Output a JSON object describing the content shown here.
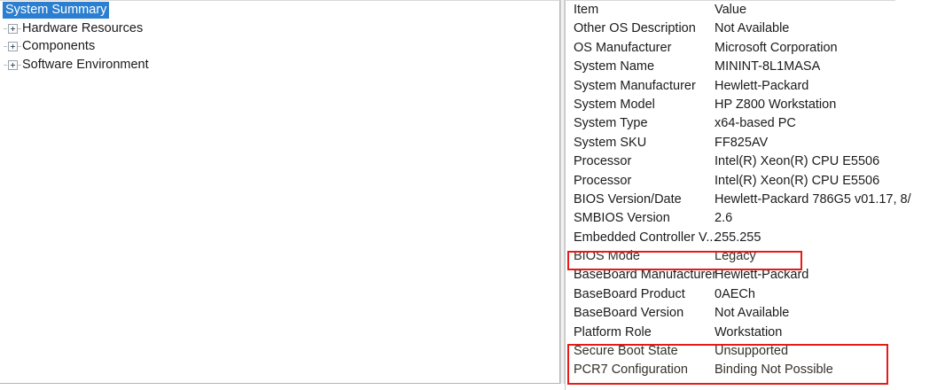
{
  "tree": {
    "selected_node": "System Summary",
    "items": [
      {
        "label": "System Summary",
        "selected": true,
        "has_expander": false
      },
      {
        "label": "Hardware Resources",
        "selected": false,
        "has_expander": true
      },
      {
        "label": "Components",
        "selected": false,
        "has_expander": true
      },
      {
        "label": "Software Environment",
        "selected": false,
        "has_expander": true
      }
    ]
  },
  "detail": {
    "columns": {
      "item": "Item",
      "value": "Value"
    },
    "rows": [
      {
        "item": "Other OS Description",
        "value": "Not Available",
        "flagged": false
      },
      {
        "item": "OS Manufacturer",
        "value": "Microsoft Corporation",
        "flagged": false
      },
      {
        "item": "System Name",
        "value": "MININT-8L1MASA",
        "flagged": false
      },
      {
        "item": "System Manufacturer",
        "value": "Hewlett-Packard",
        "flagged": false
      },
      {
        "item": "System Model",
        "value": "HP Z800 Workstation",
        "flagged": false
      },
      {
        "item": "System Type",
        "value": "x64-based PC",
        "flagged": false
      },
      {
        "item": "System SKU",
        "value": "FF825AV",
        "flagged": false
      },
      {
        "item": "Processor",
        "value": "Intel(R) Xeon(R) CPU           E5506",
        "flagged": false
      },
      {
        "item": "Processor",
        "value": "Intel(R) Xeon(R) CPU           E5506",
        "flagged": false
      },
      {
        "item": "BIOS Version/Date",
        "value": "Hewlett-Packard 786G5 v01.17, 8/",
        "flagged": false
      },
      {
        "item": "SMBIOS Version",
        "value": "2.6",
        "flagged": false
      },
      {
        "item": "Embedded Controller V...",
        "value": "255.255",
        "flagged": false
      },
      {
        "item": "BIOS Mode",
        "value": "Legacy",
        "flagged": true
      },
      {
        "item": "BaseBoard Manufacturer",
        "value": "Hewlett-Packard",
        "flagged": false
      },
      {
        "item": "BaseBoard Product",
        "value": "0AECh",
        "flagged": false
      },
      {
        "item": "BaseBoard Version",
        "value": "Not Available",
        "flagged": false
      },
      {
        "item": "Platform Role",
        "value": "Workstation",
        "flagged": false
      },
      {
        "item": "Secure Boot State",
        "value": "Unsupported",
        "flagged": true
      },
      {
        "item": "PCR7 Configuration",
        "value": "Binding Not Possible",
        "flagged": true
      }
    ]
  },
  "annotations": {
    "color": "#e51b17",
    "boxes": [
      {
        "name": "bios-mode-highlight",
        "targets": [
          "BIOS Mode"
        ]
      },
      {
        "name": "secure-boot-highlight",
        "targets": [
          "Secure Boot State",
          "PCR7 Configuration"
        ]
      }
    ]
  },
  "colors": {
    "selection_blue": "#2c7fd0",
    "annotation_red": "#e51b17",
    "text": "#1b1b1b",
    "panel_border": "#c8c8c8"
  }
}
